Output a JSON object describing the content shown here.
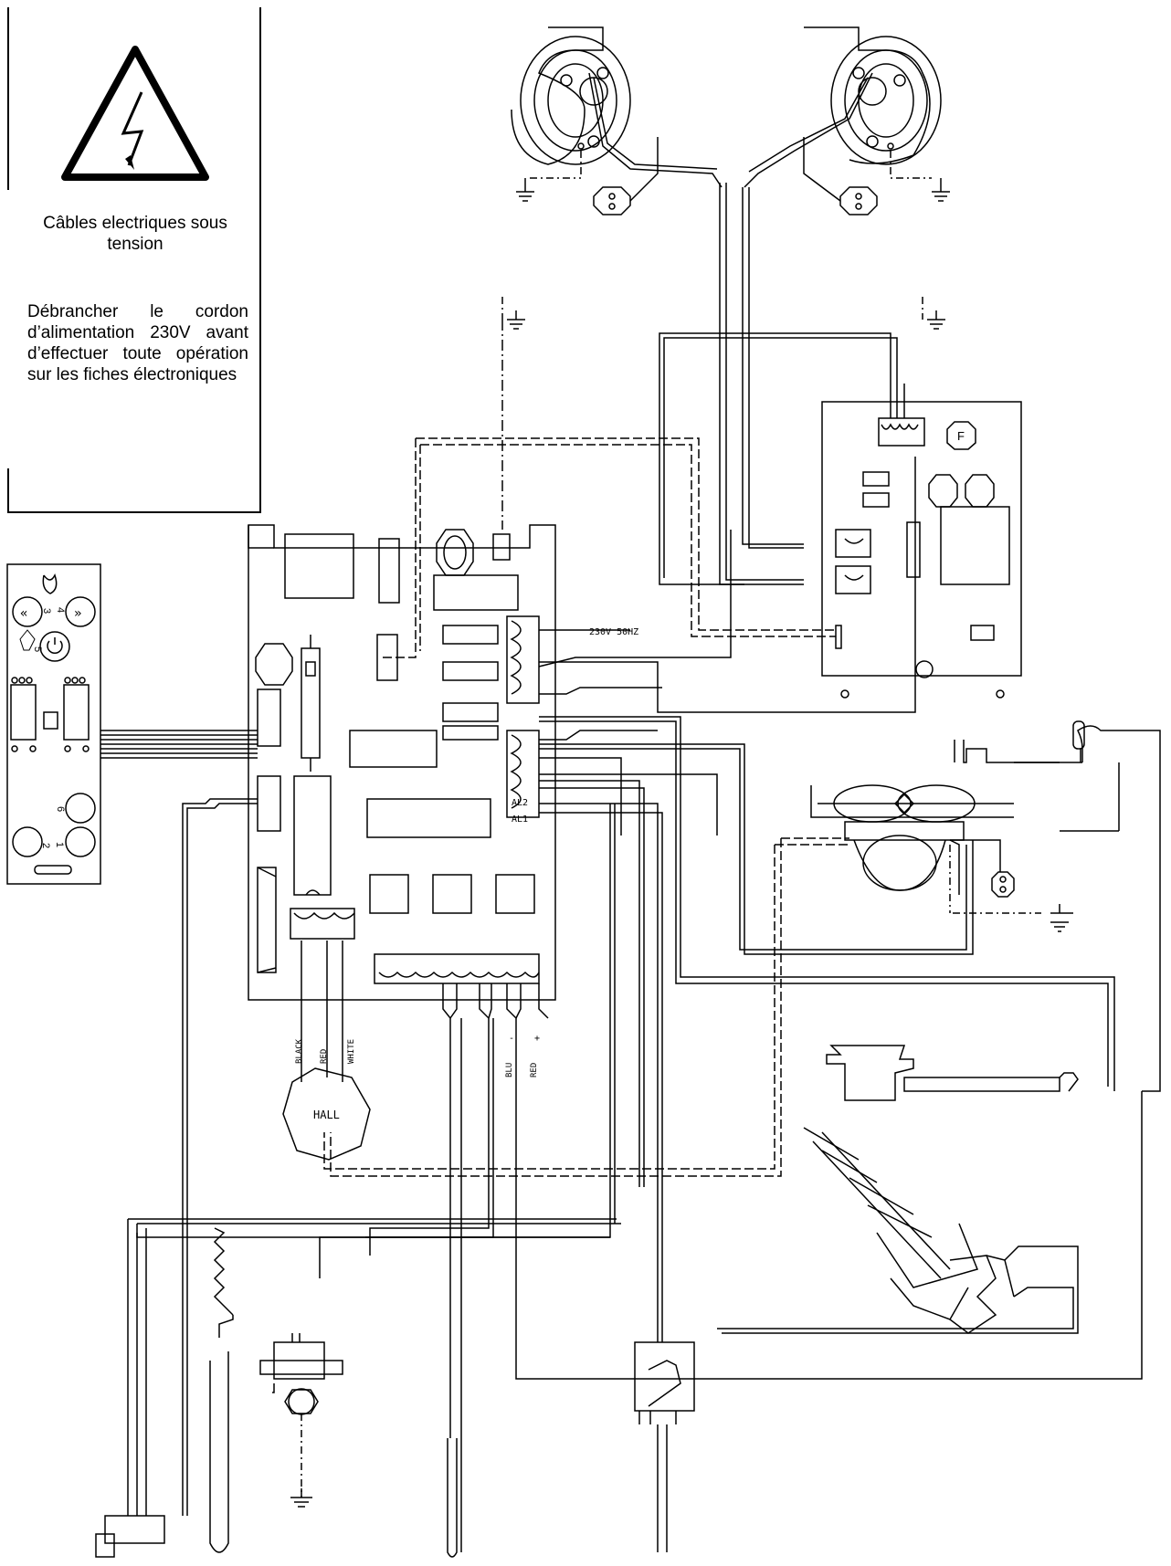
{
  "warning": {
    "title": "Câbles electriques sous tension",
    "body": "Débrancher le cordon d’alimentation 230V avant d’effectuer toute opération sur les fiches électroniques"
  },
  "board_labels": {
    "power": "230V 50HZ",
    "al2": "AL2",
    "al1": "AL1",
    "fuse": "F"
  },
  "hall_sensor": {
    "label": "HALL",
    "wires": [
      "BLACK",
      "RED",
      "WHITE"
    ]
  },
  "power_wires": {
    "blu": "BLU",
    "red": "RED",
    "minus": "-",
    "plus": "+"
  },
  "panel_keys": [
    "3",
    "4",
    "5",
    "6",
    "2",
    "1"
  ]
}
